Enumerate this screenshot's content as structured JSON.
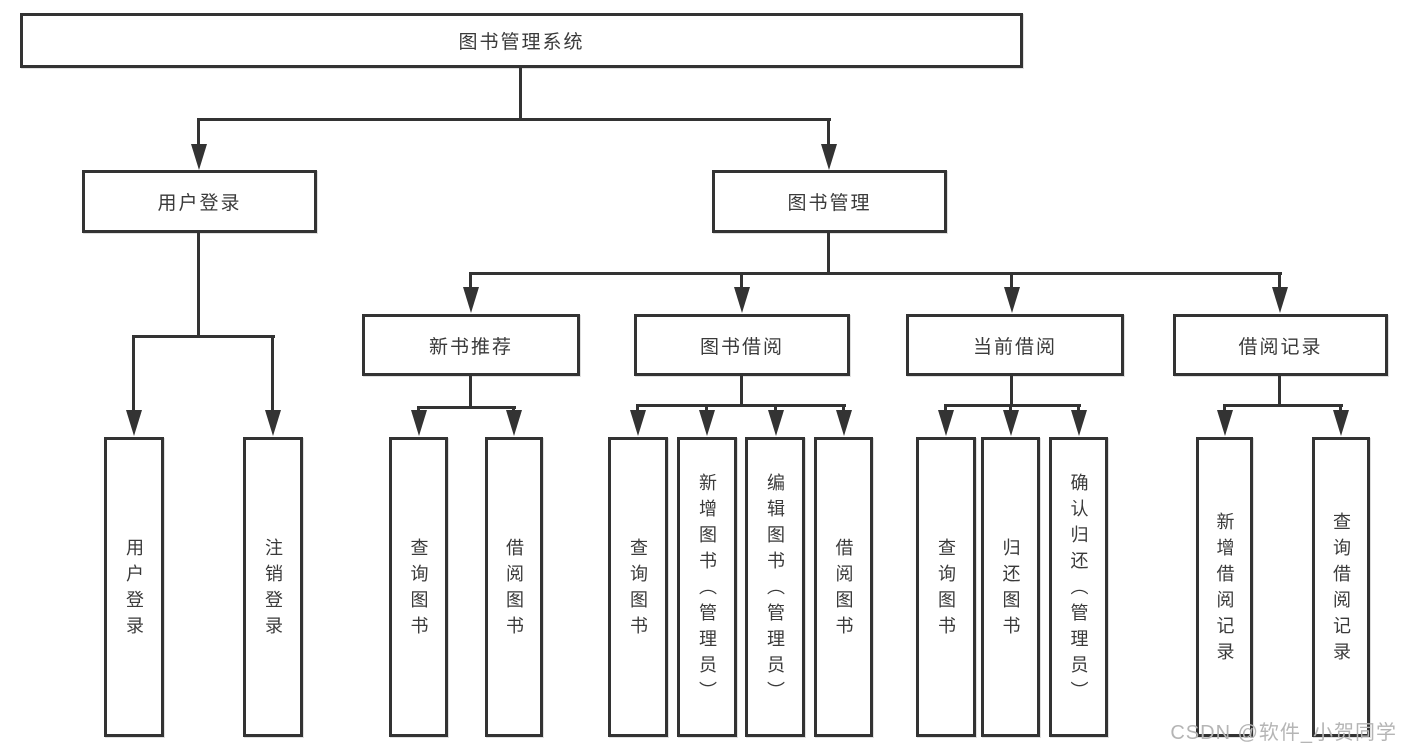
{
  "diagram": {
    "root": {
      "label": "图书管理系统"
    },
    "branches": [
      {
        "label": "用户登录",
        "children": [
          {
            "label": "用户登录"
          },
          {
            "label": "注销登录"
          }
        ]
      },
      {
        "label": "图书管理",
        "sections": [
          {
            "label": "新书推荐",
            "children": [
              {
                "label": "查询图书"
              },
              {
                "label": "借阅图书"
              }
            ]
          },
          {
            "label": "图书借阅",
            "children": [
              {
                "label": "查询图书"
              },
              {
                "label": "新增图书（管理员）"
              },
              {
                "label": "编辑图书（管理员）"
              },
              {
                "label": "借阅图书"
              }
            ]
          },
          {
            "label": "当前借阅",
            "children": [
              {
                "label": "查询图书"
              },
              {
                "label": "归还图书"
              },
              {
                "label": "确认归还（管理员）"
              }
            ]
          },
          {
            "label": "借阅记录",
            "children": [
              {
                "label": "新增借阅记录"
              },
              {
                "label": "查询借阅记录"
              }
            ]
          }
        ]
      }
    ],
    "watermark": "CSDN @软件_小贺同学",
    "colors": {
      "line": "#333333",
      "text": "#3a3a3a",
      "box_fill": "#ffffff",
      "background": "#ffffff",
      "watermark": "#b5b5b5"
    }
  }
}
